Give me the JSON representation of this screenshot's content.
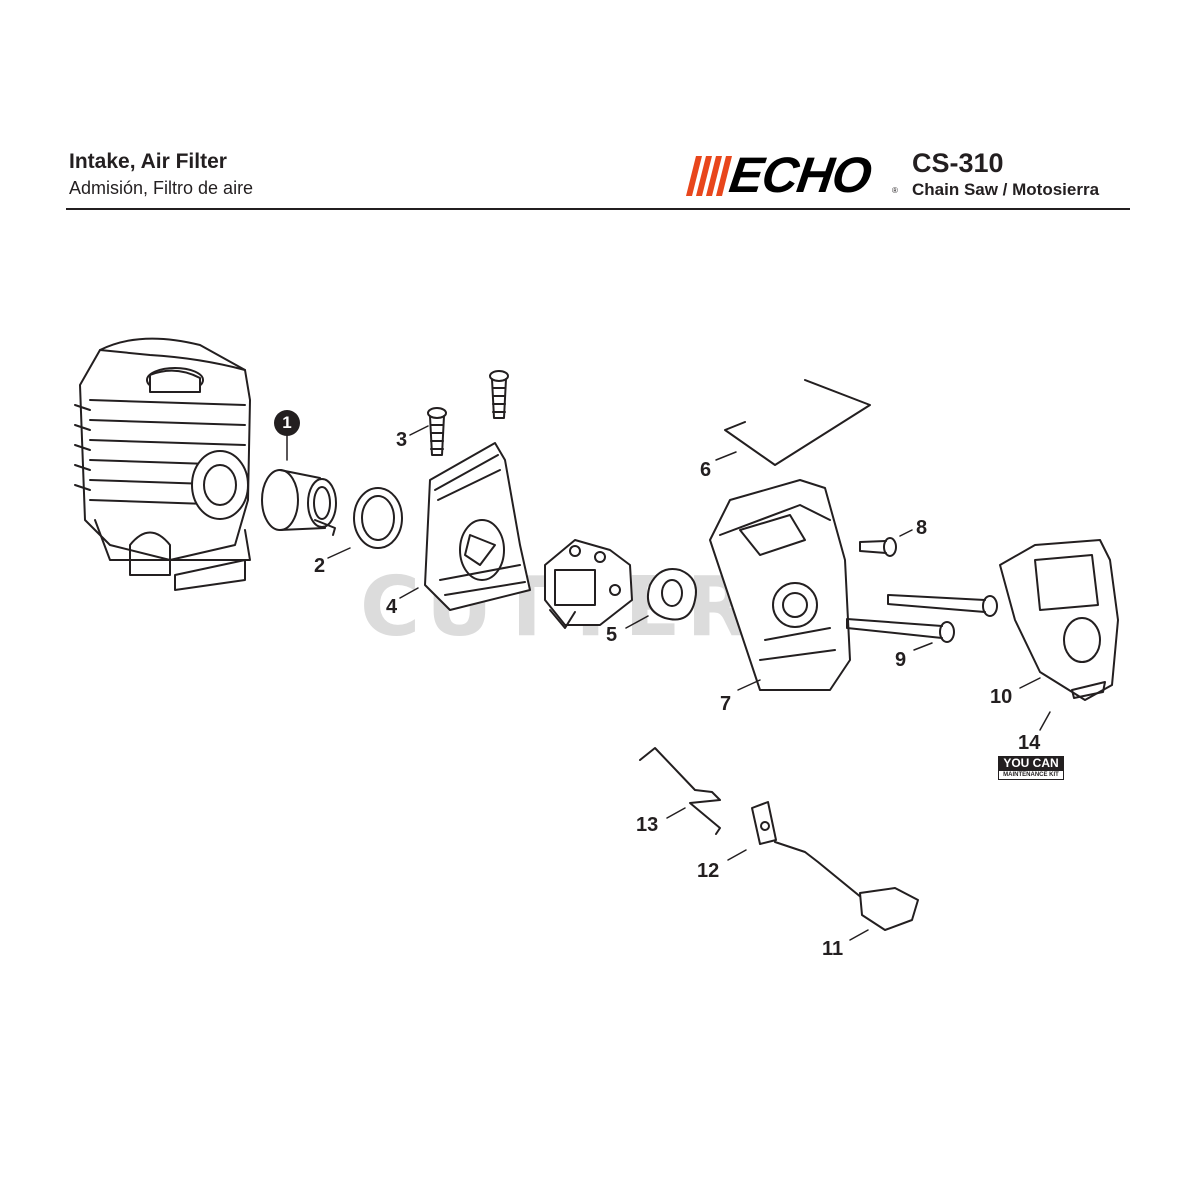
{
  "header": {
    "title": "Intake, Air Filter",
    "subtitle": "Admisión, Filtro de aire",
    "brand": "ECHO",
    "model": "CS-310",
    "model_subtitle": "Chain Saw / Motosierra"
  },
  "watermark": "CUTTER",
  "callouts": {
    "c1": "1",
    "c2": "2",
    "c3": "3",
    "c4": "4",
    "c5": "5",
    "c6": "6",
    "c7": "7",
    "c8": "8",
    "c9": "9",
    "c10": "10",
    "c11": "11",
    "c12": "12",
    "c13": "13",
    "c14": "14"
  },
  "kit": {
    "top": "YOU CAN",
    "bottom": "MAINTENANCE KIT"
  },
  "colors": {
    "accent": "#e8461c",
    "ink": "#231f20",
    "watermark": "#d6d6d6"
  }
}
